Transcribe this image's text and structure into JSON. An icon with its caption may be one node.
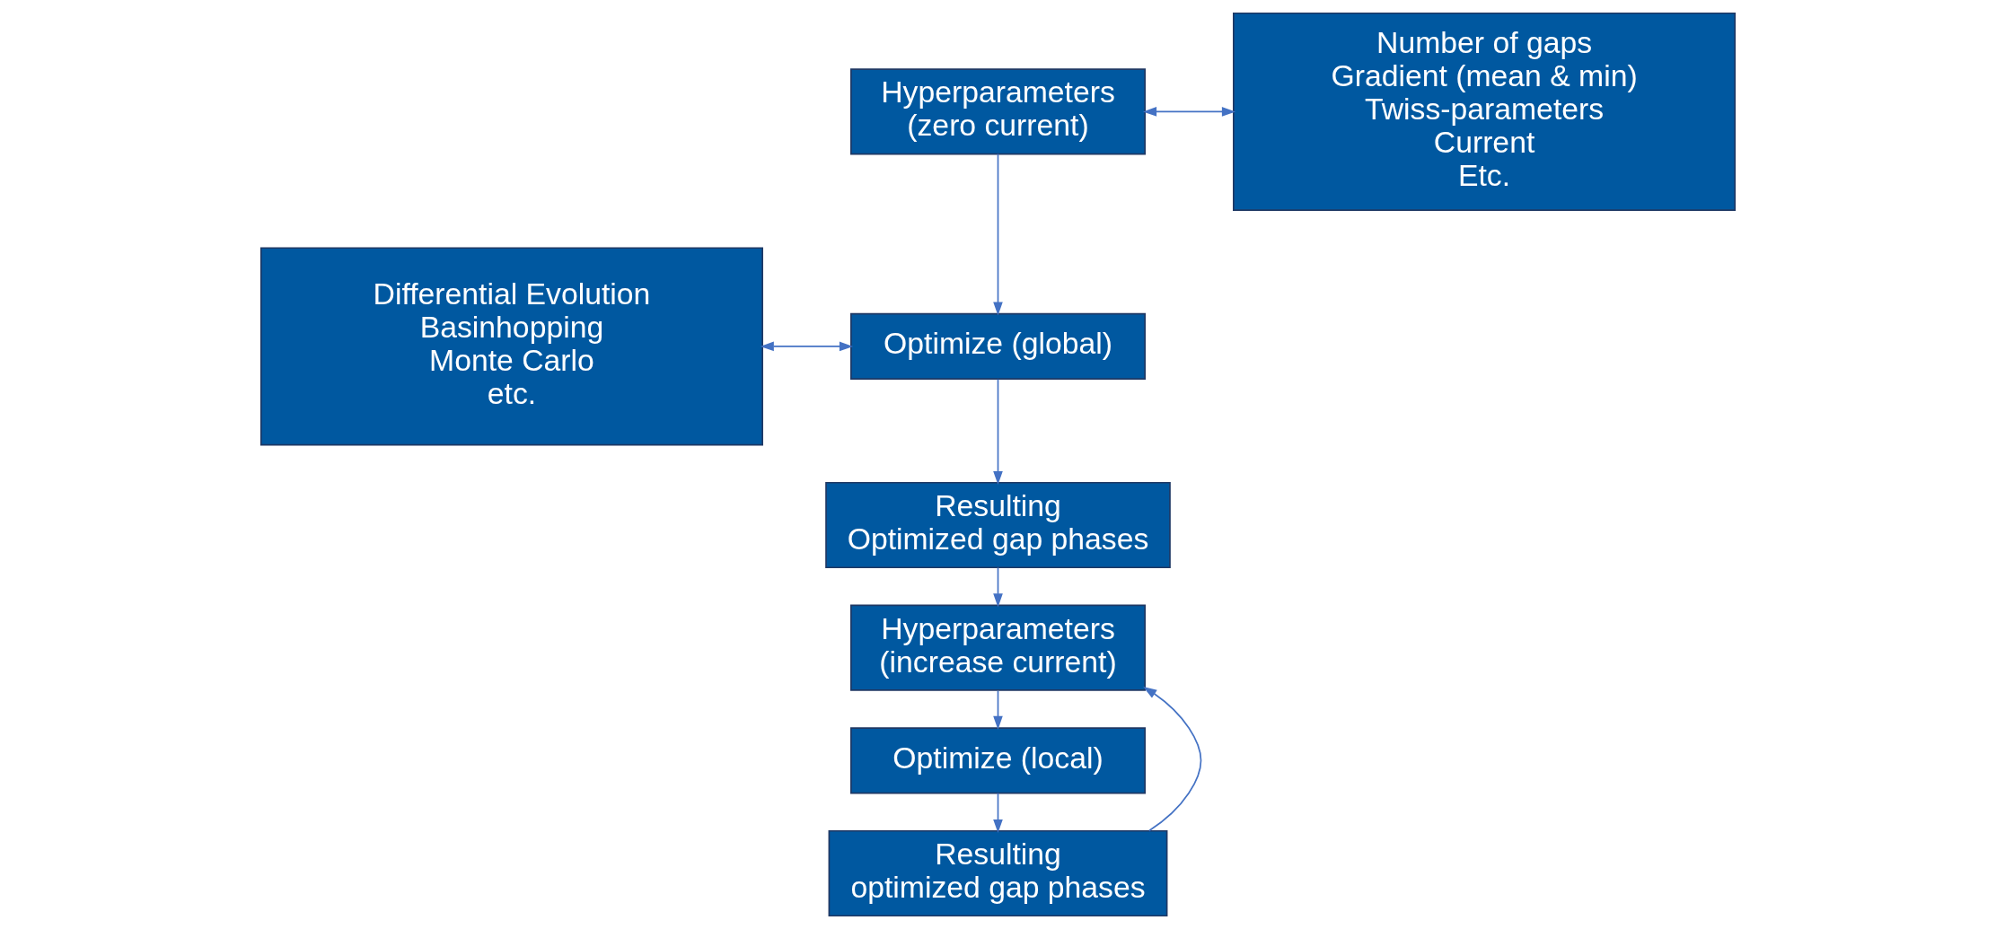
{
  "diagram": {
    "nodes": [
      {
        "text": [
          "Differential Evolution",
          "Basinhopping",
          "Monte Carlo",
          "etc."
        ]
      },
      {
        "text": [
          "Hyperparameters (zero current)"
        ]
      },
      {
        "text": [
          "Number of gaps",
          "Gradient (mean & min)",
          "Twiss-parameters",
          "Current",
          "Etc."
        ]
      },
      {
        "text": [
          "Optimize (global)"
        ]
      },
      {
        "text": [
          "Resulting Optimized gap phases"
        ]
      },
      {
        "text": [
          "Hyperparameters (increase current)"
        ]
      },
      {
        "text": [
          "Optimize (local)"
        ]
      },
      {
        "text": [
          "Resulting optimized gap phases"
        ]
      }
    ],
    "edges": [
      {
        "from": 1,
        "to": 3,
        "arrow": "to"
      },
      {
        "from": 0,
        "to": 3,
        "arrow": "both"
      },
      {
        "from": 1,
        "to": 2,
        "arrow": "both"
      },
      {
        "from": 3,
        "to": 4,
        "arrow": "to"
      },
      {
        "from": 4,
        "to": 5,
        "arrow": "to"
      },
      {
        "from": 5,
        "to": 6,
        "arrow": "to"
      },
      {
        "from": 6,
        "to": 7,
        "arrow": "to"
      },
      {
        "from": 7,
        "to": 5,
        "arrow": "to"
      }
    ]
  }
}
